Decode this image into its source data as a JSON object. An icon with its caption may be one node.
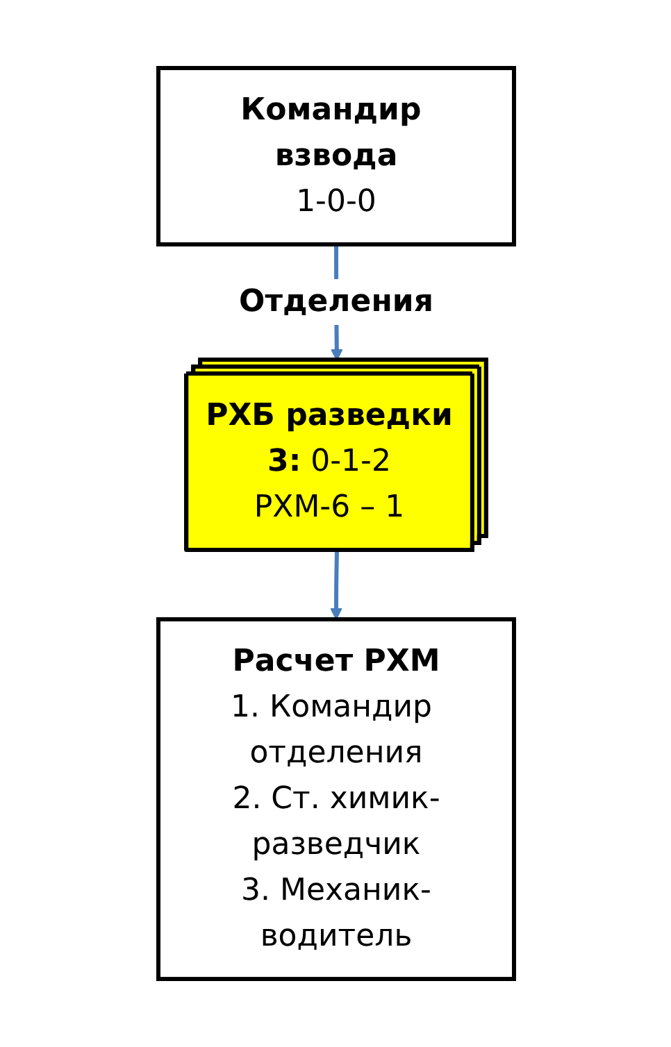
{
  "diagram": {
    "nodes": [
      {
        "text": [
          "Командир взвода",
          "1-0-0"
        ]
      },
      {
        "text": [
          "РХБ разведки",
          "**3:** 0-1-2",
          "РХМ-6 – 1"
        ]
      },
      {
        "text": [
          "Расчет РХМ",
          "1. Командир отделения",
          "2. Ст. химик-разведчик",
          "3. Механик-водитель"
        ]
      }
    ],
    "edges": [
      {
        "from": 0,
        "to": 1,
        "arrow": "to",
        "label": "Отделения"
      },
      {
        "from": 1,
        "to": 2,
        "arrow": "to"
      }
    ]
  }
}
